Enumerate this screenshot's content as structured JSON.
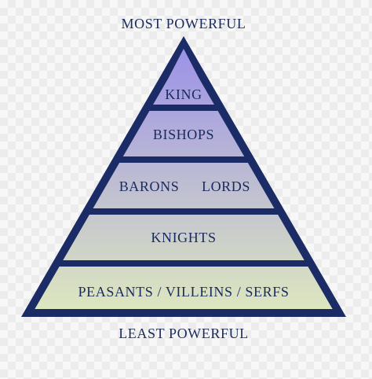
{
  "top_caption": "MOST POWERFUL",
  "bottom_caption": "LEAST POWERFUL",
  "tiers": [
    {
      "labels": [
        "KING"
      ]
    },
    {
      "labels": [
        "BISHOPS"
      ]
    },
    {
      "labels": [
        "BARONS",
        "LORDS"
      ]
    },
    {
      "labels": [
        "KNIGHTS"
      ]
    },
    {
      "labels": [
        "PEASANTS / VILLEINS / SERFS"
      ]
    }
  ],
  "colors": {
    "outline": "#1b2b66",
    "gradient_top": "#9b90e8",
    "gradient_bottom": "#dde6bf",
    "text": "#1a2a5c"
  }
}
